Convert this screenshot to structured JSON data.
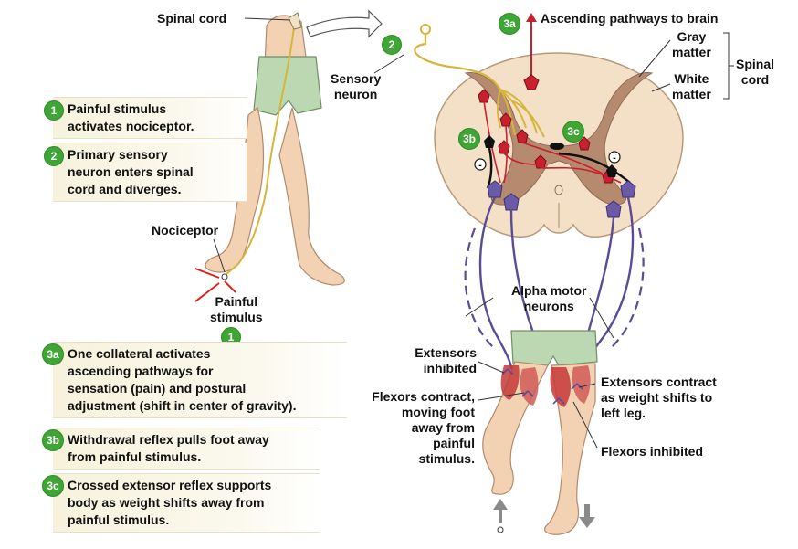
{
  "colors": {
    "badge_green": "#3fa535",
    "sensory_neuron": "#d6b53a",
    "interneuron_red": "#c8202f",
    "inhibitory_black": "#111111",
    "motor_purple": "#6a5aa8",
    "gray_matter": "#b68a6f",
    "white_matter": "#f3e0c6",
    "shorts_green": "#bcd8b3",
    "skin": "#f3d2b4"
  },
  "labels": {
    "spinal_cord_leg": "Spinal cord",
    "sensory_neuron": [
      "Sensory",
      "neuron"
    ],
    "ascending": "Ascending pathways to brain",
    "gray_matter": [
      "Gray",
      "matter"
    ],
    "white_matter": [
      "White",
      "matter"
    ],
    "spinal_cord_bracket": [
      "Spinal",
      "cord"
    ],
    "nociceptor": "Nociceptor",
    "painful_stimulus": [
      "Painful",
      "stimulus"
    ],
    "alpha_motor": [
      "Alpha motor",
      "neurons"
    ],
    "extensors_inhibited": [
      "Extensors",
      "inhibited"
    ],
    "flexors_contract": [
      "Flexors contract,",
      "moving foot",
      "away from",
      "painful",
      "stimulus."
    ],
    "extensors_contract": [
      "Extensors contract",
      "as weight shifts to",
      "left leg."
    ],
    "flexors_inhibited": "Flexors inhibited",
    "minus_sign": "-"
  },
  "badges": {
    "b1": "1",
    "b2": "2",
    "b3a": "3a",
    "b3b": "3b",
    "b3c": "3c"
  },
  "steps": [
    {
      "badge": "1",
      "lines": [
        "Painful stimulus",
        "activates nociceptor."
      ]
    },
    {
      "badge": "2",
      "lines": [
        "Primary sensory",
        "neuron enters spinal",
        "cord and diverges."
      ]
    },
    {
      "badge": "3a",
      "lines": [
        "One collateral activates",
        "ascending pathways for",
        "sensation (pain) and postural",
        "adjustment (shift in center of gravity)."
      ]
    },
    {
      "badge": "3b",
      "lines": [
        "Withdrawal reflex pulls foot away",
        "from painful stimulus."
      ]
    },
    {
      "badge": "3c",
      "lines": [
        "Crossed extensor reflex supports",
        "body as weight shifts away from",
        "painful stimulus."
      ]
    }
  ]
}
